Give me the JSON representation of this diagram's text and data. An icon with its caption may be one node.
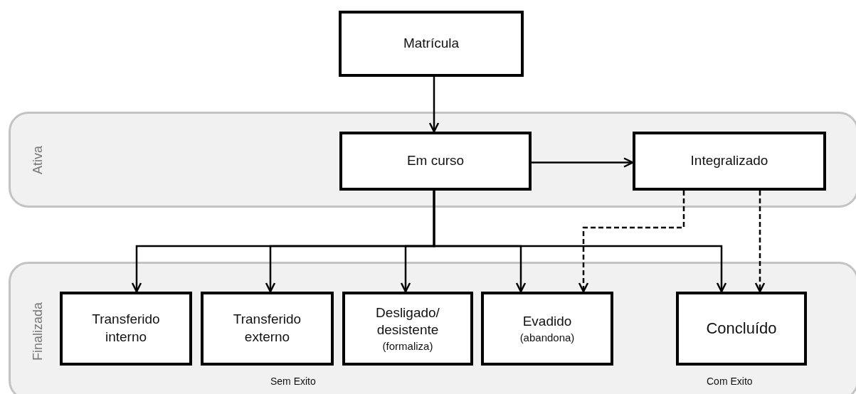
{
  "diagram": {
    "nodes": [
      {
        "text": [
          "Ativa"
        ]
      },
      {
        "text": [
          "Finalizada"
        ]
      },
      {
        "text": [
          "Matrícula"
        ]
      },
      {
        "text": [
          "Em curso"
        ],
        "in": 0
      },
      {
        "text": [
          "Integralizado"
        ],
        "in": 0
      },
      {
        "text": [
          "Transferido interno"
        ],
        "in": 1
      },
      {
        "text": [
          "Transferido externo"
        ],
        "in": 1
      },
      {
        "text": [
          "Desligado/ desistente",
          "(formaliza)"
        ],
        "in": 1
      },
      {
        "text": [
          "Evadido",
          "(abandona)"
        ],
        "in": 1
      },
      {
        "text": [
          "Concluído"
        ],
        "in": 1
      }
    ],
    "edges": [
      {
        "from": 2,
        "to": 3,
        "arrow": "to"
      },
      {
        "from": 3,
        "to": 4,
        "arrow": "to"
      },
      {
        "from": 3,
        "to": 5,
        "arrow": "to"
      },
      {
        "from": 3,
        "to": 6,
        "arrow": "to"
      },
      {
        "from": 3,
        "to": 7,
        "arrow": "to"
      },
      {
        "from": 3,
        "to": 8,
        "arrow": "to"
      },
      {
        "from": 3,
        "to": 9,
        "arrow": "to"
      },
      {
        "from": 4,
        "to": 8,
        "arrow": "to",
        "style": "dashed"
      },
      {
        "from": 4,
        "to": 9,
        "arrow": "to",
        "style": "dashed"
      }
    ],
    "labels": [
      "Sem Exito",
      "Com Exito"
    ]
  }
}
